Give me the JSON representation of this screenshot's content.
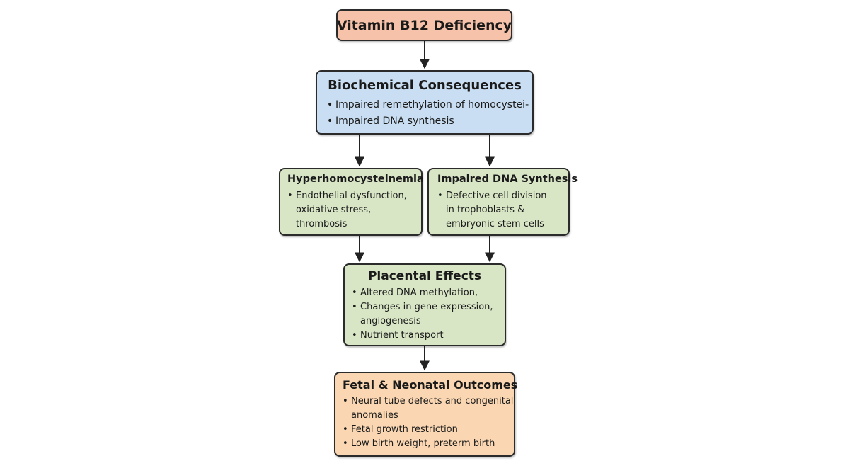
{
  "nodes": {
    "vitamin": {
      "title": "Vitamin B12 Deficiency",
      "color": "#f7c2aa"
    },
    "biochemical": {
      "title": "Biochemical Consequences",
      "color": "#c9def2",
      "bullets": [
        "Impaired remethylation of homocystei-",
        "Impaired DNA synthesis"
      ]
    },
    "hyperhomocysteinemia": {
      "title": "Hyperhomocysteinemia",
      "color": "#d8e6c6",
      "bullets": [
        [
          "Endothelial dysfunction,",
          "oxidative stress,",
          "thrombosis"
        ]
      ]
    },
    "dna_synthesis": {
      "title": "Impaired DNA Synthesis",
      "color": "#d8e6c6",
      "bullets": [
        [
          "Defective cell division",
          "in trophoblasts &",
          "embryonic stem cells"
        ]
      ]
    },
    "placental": {
      "title": "Placental Effects",
      "color": "#d8e6c6",
      "bullets": [
        [
          "Altered DNA methylation,"
        ],
        [
          "Changes in gene expression,",
          "angiogenesis"
        ],
        [
          "Nutrient transport"
        ]
      ]
    },
    "fetal": {
      "title": "Fetal & Neonatal Outcomes",
      "color": "#fad7b2",
      "bullets": [
        [
          "Neural tube defects and congenital",
          "anomalies"
        ],
        [
          "Fetal growth restriction"
        ],
        [
          "Low birth weight, preterm birth"
        ]
      ]
    }
  },
  "edges": [
    {
      "from": "vitamin",
      "to": "biochemical"
    },
    {
      "from": "biochemical",
      "to": "hyperhomocysteinemia"
    },
    {
      "from": "biochemical",
      "to": "dna_synthesis"
    },
    {
      "from": "hyperhomocysteinemia",
      "to": "placental"
    },
    {
      "from": "dna_synthesis",
      "to": "placental"
    },
    {
      "from": "placental",
      "to": "fetal"
    }
  ],
  "arrow_color": "#222222"
}
